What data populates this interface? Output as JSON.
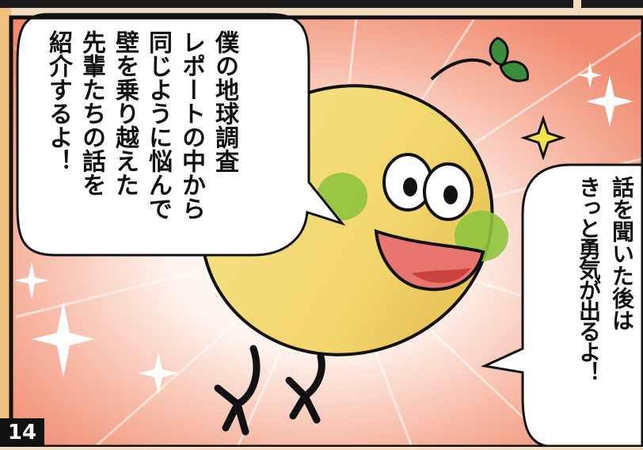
{
  "panel": {
    "number": "14"
  },
  "speech_left": {
    "lines": [
      "僕の地球調査",
      "レポートの中から",
      "同じように悩んで",
      "壁を乗り越えた",
      "先輩たちの話を",
      "紹介するよ！"
    ]
  },
  "speech_right": {
    "lines": [
      "話を聞いた後は",
      "きっと勇気が出るよ！"
    ]
  },
  "colors": {
    "panel_border": "#111111",
    "background_rays": "#f29a7f",
    "character_body": "#f3dc7b",
    "character_shade": "#e2bd4f",
    "cheek": "#8fc43d",
    "mouth": "#e8766e",
    "sprout": "#3a8c3a"
  }
}
